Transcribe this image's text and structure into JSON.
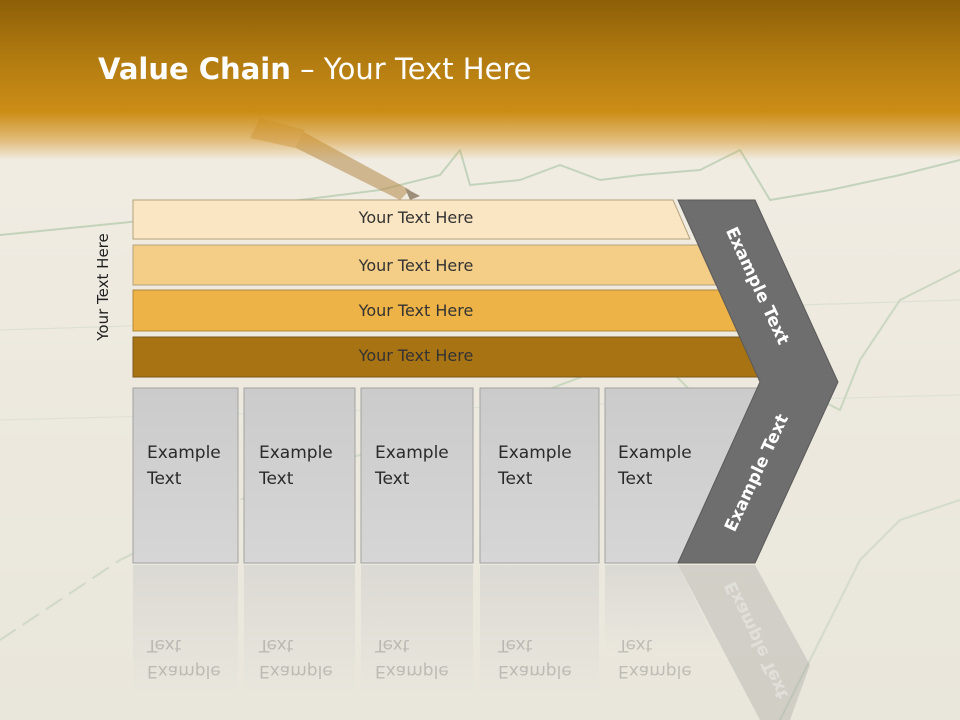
{
  "slide": {
    "title_bold": "Value Chain",
    "title_rest": " – Your Text Here",
    "side_label": "Your Text Here",
    "bars": [
      {
        "label": "Your Text Here",
        "color": "#fae6c2"
      },
      {
        "label": "Your Text Here",
        "color": "#f4cd87"
      },
      {
        "label": "Your Text Here",
        "color": "#eeb347"
      },
      {
        "label": "Your Text Here",
        "color": "#a87312"
      }
    ],
    "boxes": [
      {
        "line1": "Example",
        "line2": "Text"
      },
      {
        "line1": "Example",
        "line2": "Text"
      },
      {
        "line1": "Example",
        "line2": "Text"
      },
      {
        "line1": "Example",
        "line2": "Text"
      },
      {
        "line1": "Example",
        "line2": "Text"
      }
    ],
    "chevron_top": "Example Text",
    "chevron_bottom": "Example Text",
    "colors": {
      "header": "#b57d10",
      "chevron": "#6e6e6e",
      "box_fill": "#cfcfcf",
      "box_stroke": "#a3a3a3"
    }
  }
}
